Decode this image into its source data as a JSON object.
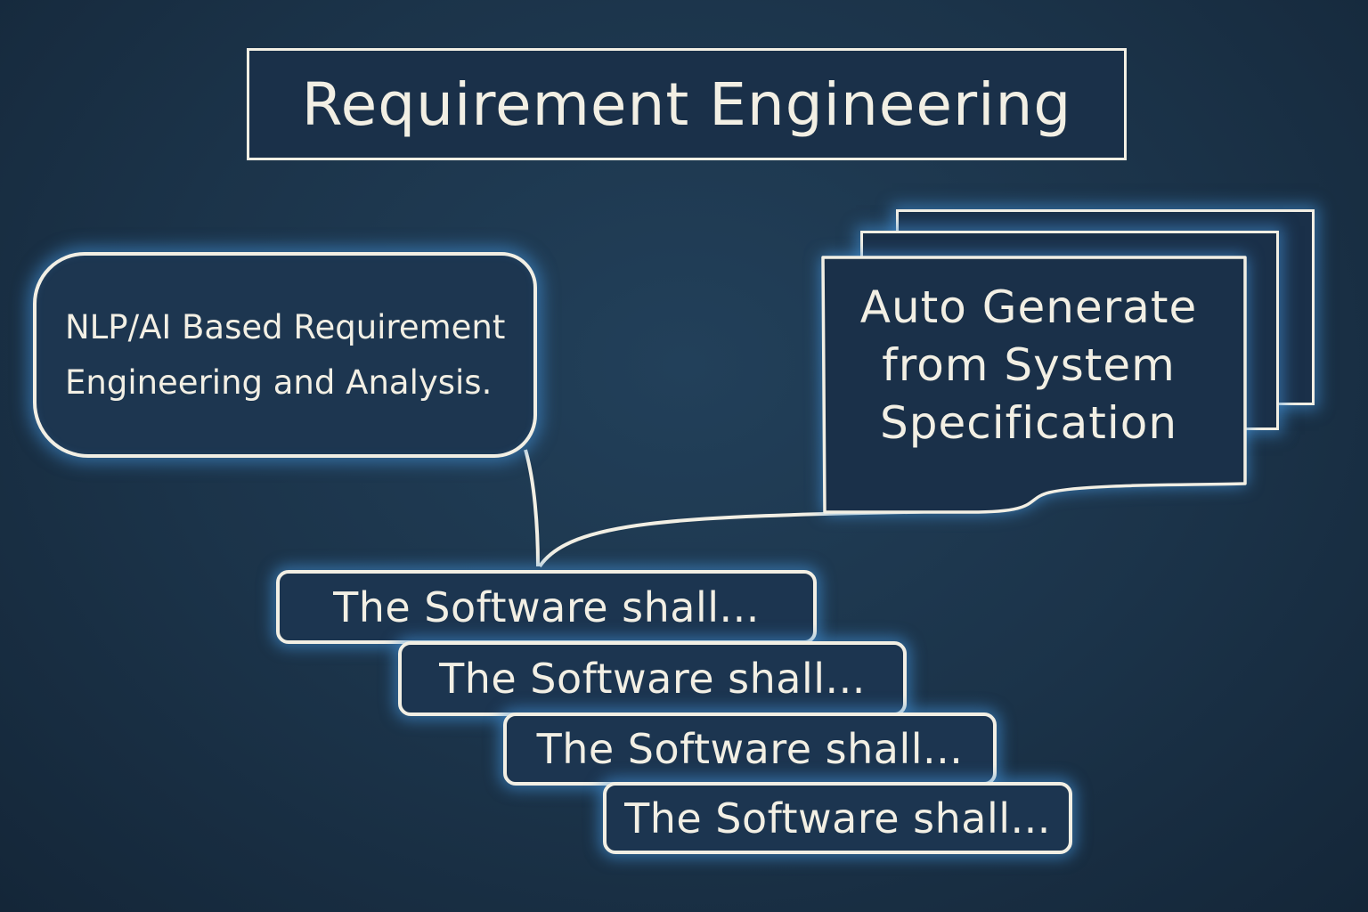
{
  "diagram": {
    "title": "Requirement Engineering",
    "nlp_box": {
      "lines": [
        "NLP/AI Based Requirement",
        "Engineering and Analysis."
      ]
    },
    "spec_document": {
      "lines": [
        "Auto Generate",
        "from System",
        "Specification"
      ]
    },
    "requirements": [
      "The Software shall...",
      "The Software shall...",
      "The Software shall...",
      "The Software shall..."
    ],
    "colors": {
      "background": "#1b3349",
      "stroke": "#f2efe4",
      "glow": "#4696dc"
    }
  }
}
